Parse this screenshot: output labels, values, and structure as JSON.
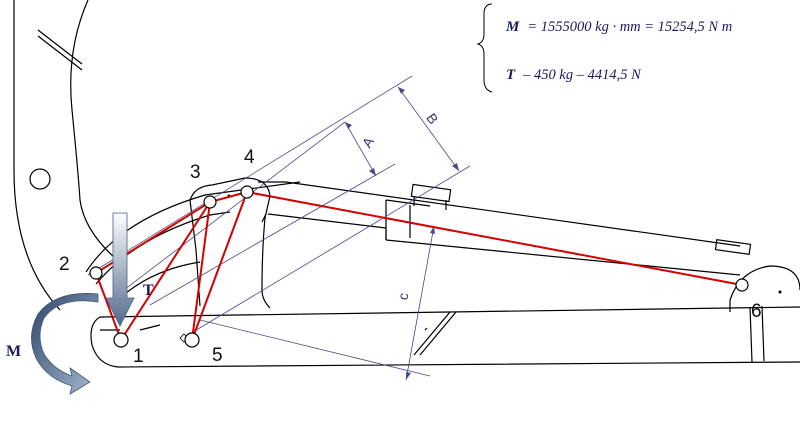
{
  "equations": {
    "moment_symbol": "M",
    "moment_text": "= 1555000  kg · mm  = 15254,5 N m",
    "force_symbol": "T",
    "force_text": "– 450 kg – 4414,5 N"
  },
  "arrows": {
    "force_label": "T",
    "moment_label": "M"
  },
  "dimensions": {
    "a": "A",
    "b": "B",
    "c": "c"
  },
  "points": {
    "p1": "1",
    "p2": "2",
    "p3": "3",
    "p4": "4",
    "p5": "5",
    "p6": "6"
  },
  "colors": {
    "linkage": "#d40000",
    "annotation": "#1a1a60",
    "arrow_fill": "#6f86a6"
  }
}
